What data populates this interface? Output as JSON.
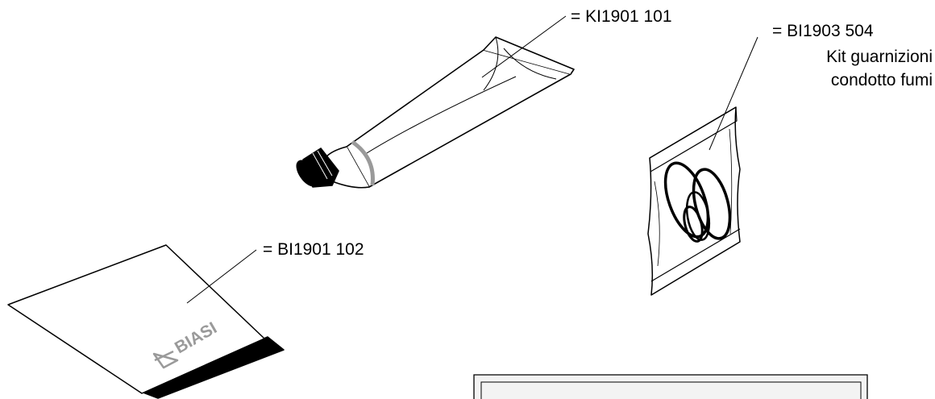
{
  "callouts": {
    "paste_tube": "= KI1901 101",
    "gasket_kit_code": "= BI1903 504",
    "gasket_kit_name_line1": "Kit guarnizioni",
    "gasket_kit_name_line2": "condotto fumi",
    "booklet": "= BI1901 102"
  },
  "booklet_logo": {
    "text": "BIASI"
  },
  "info_box": {
    "text": ""
  },
  "colors": {
    "line": "#000000",
    "logo": "#9a9a9a",
    "background": "#ffffff"
  }
}
